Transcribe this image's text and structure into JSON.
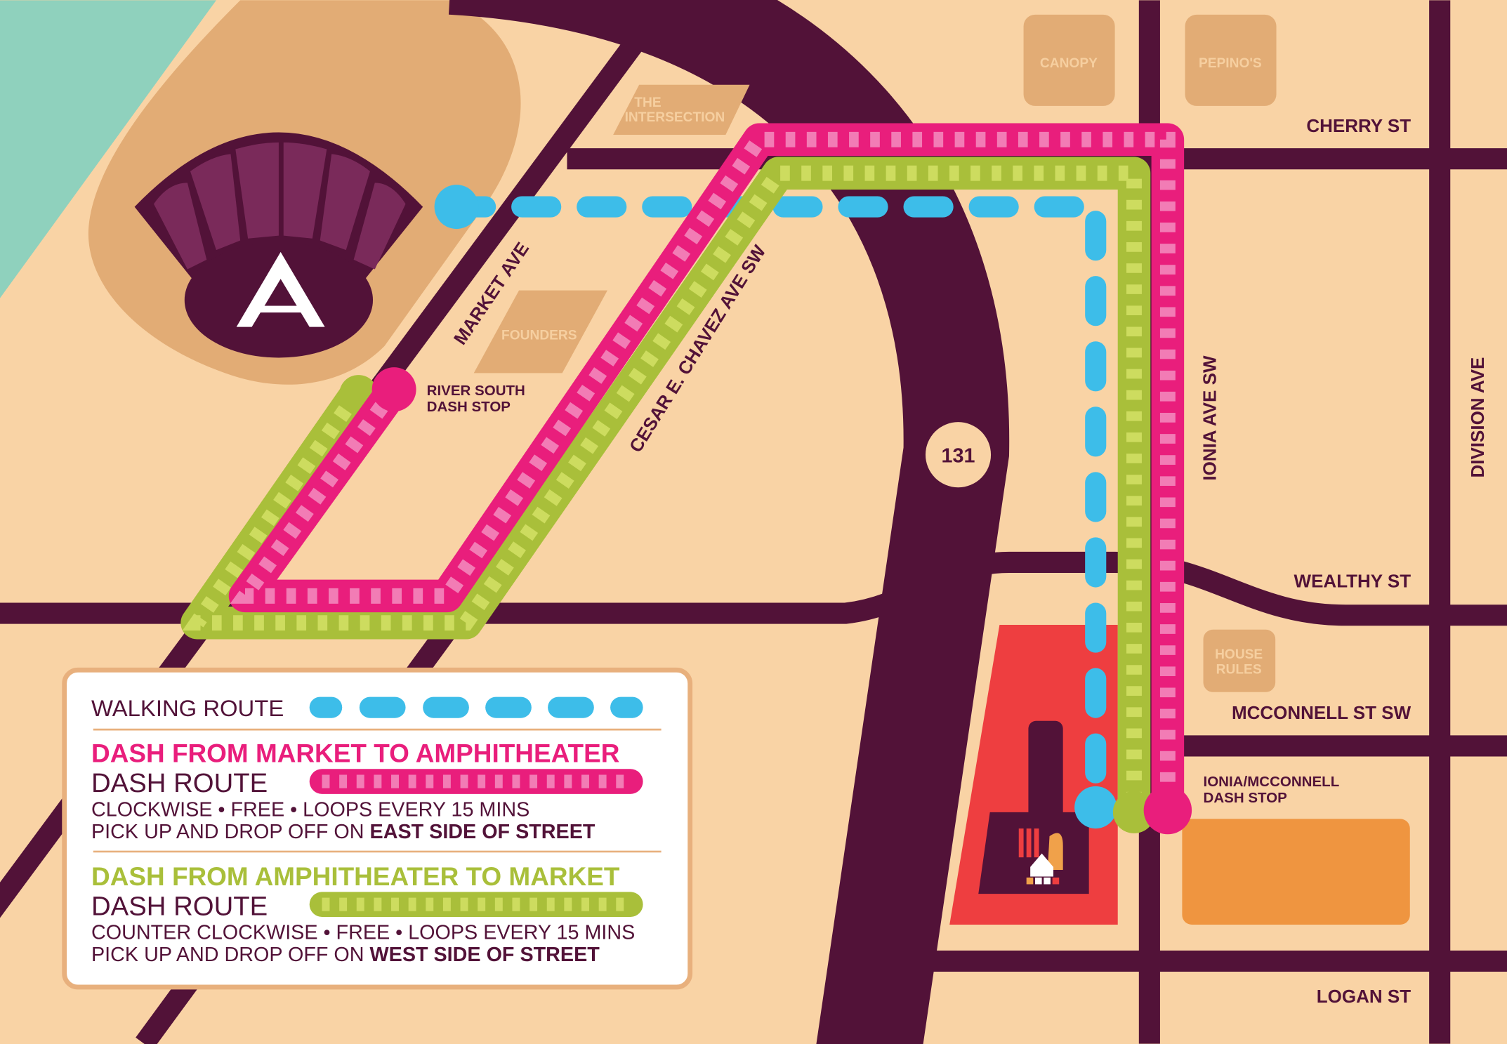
{
  "colors": {
    "background": "#f9d3a5",
    "road": "#521238",
    "water": "#8fd1bd",
    "lot": "#e2ac75",
    "walking_route": "#3dbde9",
    "dash_market_to_amphitheater": "#e91e7c",
    "dash_amphitheater_to_market": "#a9bf3a",
    "market_area": "#ee3e40",
    "orange_block": "#ef9540"
  },
  "streets": {
    "cherry": "CHERRY ST",
    "wealthy": "WEALTHY ST",
    "mcconnell": "MCCONNELL ST SW",
    "logan": "LOGAN ST",
    "ionia": "IONIA AVE SW",
    "division": "DIVISION AVE",
    "market": "MARKET AVE",
    "cesar": "CESAR E. CHAVEZ AVE SW"
  },
  "highway": {
    "number": "131"
  },
  "places": {
    "canopy": "CANOPY",
    "pepinos": "PEPINO'S",
    "intersection": [
      "THE",
      "INTERSECTION"
    ],
    "founders": "FOUNDERS",
    "house_rules": [
      "HOUSE",
      "RULES"
    ]
  },
  "stops": {
    "river_south": [
      "RIVER SOUTH",
      "DASH STOP"
    ],
    "ionia_mcconnell": [
      "IONIA/MCCONNELL",
      "DASH STOP"
    ]
  },
  "icons": {
    "amphitheater": "amphitheater-logo-icon",
    "market": "market-fork-house-icon"
  },
  "legend": {
    "walking": "WALKING ROUTE",
    "pink": {
      "title": "DASH FROM MARKET TO AMPHITHEATER",
      "route": "DASH ROUTE",
      "desc": "CLOCKWISE • FREE • LOOPS EVERY 15 MINS",
      "pickup": "PICK UP AND DROP OFF ON ",
      "pickup_bold": "EAST SIDE OF STREET"
    },
    "green": {
      "title": "DASH FROM AMPHITHEATER TO MARKET",
      "route": "DASH ROUTE",
      "desc": "COUNTER CLOCKWISE • FREE • LOOPS EVERY 15 MINS",
      "pickup": "PICK UP AND DROP OFF ON ",
      "pickup_bold": "WEST SIDE OF STREET"
    }
  }
}
